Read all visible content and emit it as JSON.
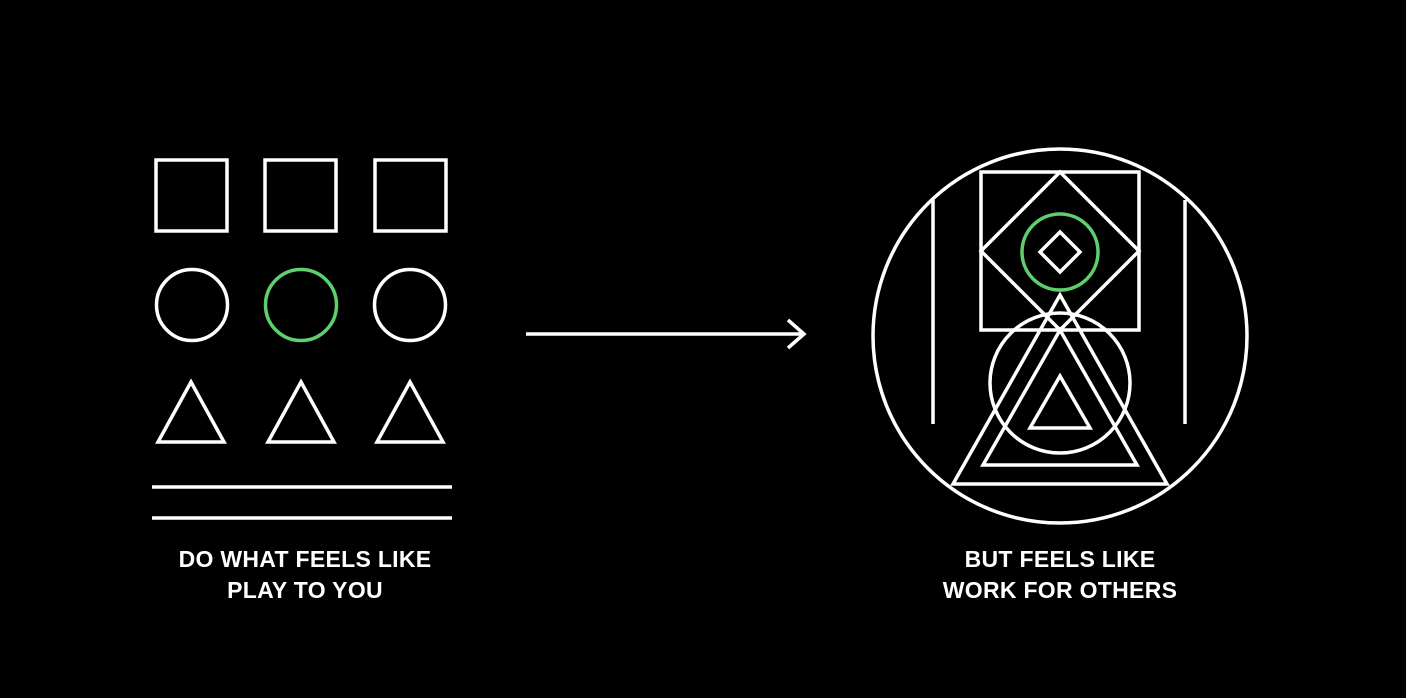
{
  "colors": {
    "background": "#000000",
    "stroke": "#ffffff",
    "accent": "#5fce6e"
  },
  "left": {
    "caption_line1": "DO WHAT FEELS LIKE",
    "caption_line2": "PLAY TO YOU"
  },
  "right": {
    "caption_line1": "BUT FEELS LIKE",
    "caption_line2": "WORK FOR OTHERS"
  }
}
